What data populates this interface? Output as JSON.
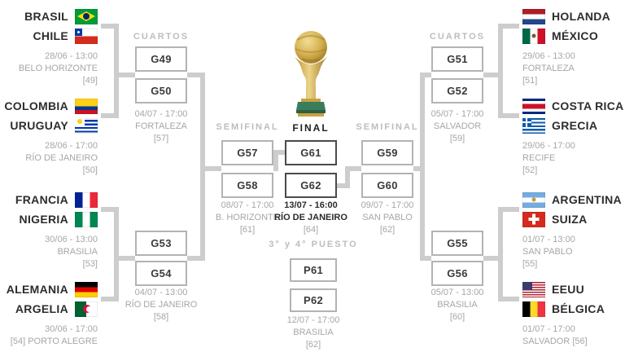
{
  "labels": {
    "cuartos_left": "CUARTOS",
    "cuartos_right": "CUARTOS",
    "semifinal_left": "SEMIFINAL",
    "semifinal_right": "SEMIFINAL",
    "final": "FINAL",
    "third_place": "3° y 4° PUESTO"
  },
  "left": {
    "round16": [
      {
        "team1": {
          "name": "BRASIL",
          "flag": "bra"
        },
        "team2": {
          "name": "CHILE",
          "flag": "chi"
        },
        "info": [
          "28/06 - 13:00",
          "BELO HORIZONTE",
          "[49]"
        ]
      },
      {
        "team1": {
          "name": "COLOMBIA",
          "flag": "col"
        },
        "team2": {
          "name": "URUGUAY",
          "flag": "uru"
        },
        "info": [
          "28/06 - 17:00",
          "RÍO DE JANEIRO",
          "[50]"
        ]
      },
      {
        "team1": {
          "name": "FRANCIA",
          "flag": "fra"
        },
        "team2": {
          "name": "NIGERIA",
          "flag": "nga"
        },
        "info": [
          "30/06 - 13:00",
          "BRASILIA",
          "[53]"
        ]
      },
      {
        "team1": {
          "name": "ALEMANIA",
          "flag": "ger"
        },
        "team2": {
          "name": "ARGELIA",
          "flag": "alg"
        },
        "info": [
          "30/06 - 17:00",
          "[54] PORTO ALEGRE"
        ]
      }
    ],
    "quarterfinals": [
      {
        "slot1": "G49",
        "slot2": "G50",
        "info": [
          "04/07 - 17:00",
          "FORTALEZA",
          "[57]"
        ]
      },
      {
        "slot1": "G53",
        "slot2": "G54",
        "info": [
          "04/07 - 13:00",
          "RÍO DE JANEIRO",
          "[58]"
        ]
      }
    ],
    "semifinal": {
      "slot1": "G57",
      "slot2": "G58",
      "info": [
        "08/07 - 17:00",
        "B. HORIZONTE",
        "[61]"
      ]
    }
  },
  "right": {
    "round16": [
      {
        "team1": {
          "name": "HOLANDA",
          "flag": "ned"
        },
        "team2": {
          "name": "MÉXICO",
          "flag": "mex"
        },
        "info": [
          "29/06 - 13:00",
          "FORTALEZA",
          "[51]"
        ]
      },
      {
        "team1": {
          "name": "COSTA RICA",
          "flag": "crc"
        },
        "team2": {
          "name": "GRECIA",
          "flag": "gre"
        },
        "info": [
          "29/06 - 17:00",
          "RECIFE",
          "[52]"
        ]
      },
      {
        "team1": {
          "name": "ARGENTINA",
          "flag": "arg"
        },
        "team2": {
          "name": "SUIZA",
          "flag": "sui"
        },
        "info": [
          "01/07 - 13:00",
          "SAN PABLO",
          "[55]"
        ]
      },
      {
        "team1": {
          "name": "EEUU",
          "flag": "usa"
        },
        "team2": {
          "name": "BÉLGICA",
          "flag": "bel"
        },
        "info": [
          "01/07 - 17:00",
          "SALVADOR [56]"
        ]
      }
    ],
    "quarterfinals": [
      {
        "slot1": "G51",
        "slot2": "G52",
        "info": [
          "05/07 - 17:00",
          "SALVADOR",
          "[59]"
        ]
      },
      {
        "slot1": "G55",
        "slot2": "G56",
        "info": [
          "05/07 - 13:00",
          "BRASILIA",
          "[60]"
        ]
      }
    ],
    "semifinal": {
      "slot1": "G59",
      "slot2": "G60",
      "info": [
        "09/07 - 17:00",
        "SAN PABLO",
        "[62]"
      ]
    }
  },
  "final": {
    "slot1": "G61",
    "slot2": "G62",
    "info": [
      "13/07 - 16:00",
      "RÍO DE JANEIRO",
      "[64]"
    ]
  },
  "third_place": {
    "slot1": "P61",
    "slot2": "P62",
    "info": [
      "12/07 - 17:00",
      "BRASILIA",
      "[62]"
    ]
  },
  "icons": {
    "center": "world-cup-trophy"
  },
  "colors": {
    "line": "#cdcdcd",
    "box_border": "#b3b3b3",
    "final_box_border": "#4a4a4a",
    "team_text": "#2d2d2d",
    "muted_text": "#a6a6a6",
    "label_text": "#bdbdbd",
    "background": "#ffffff"
  }
}
